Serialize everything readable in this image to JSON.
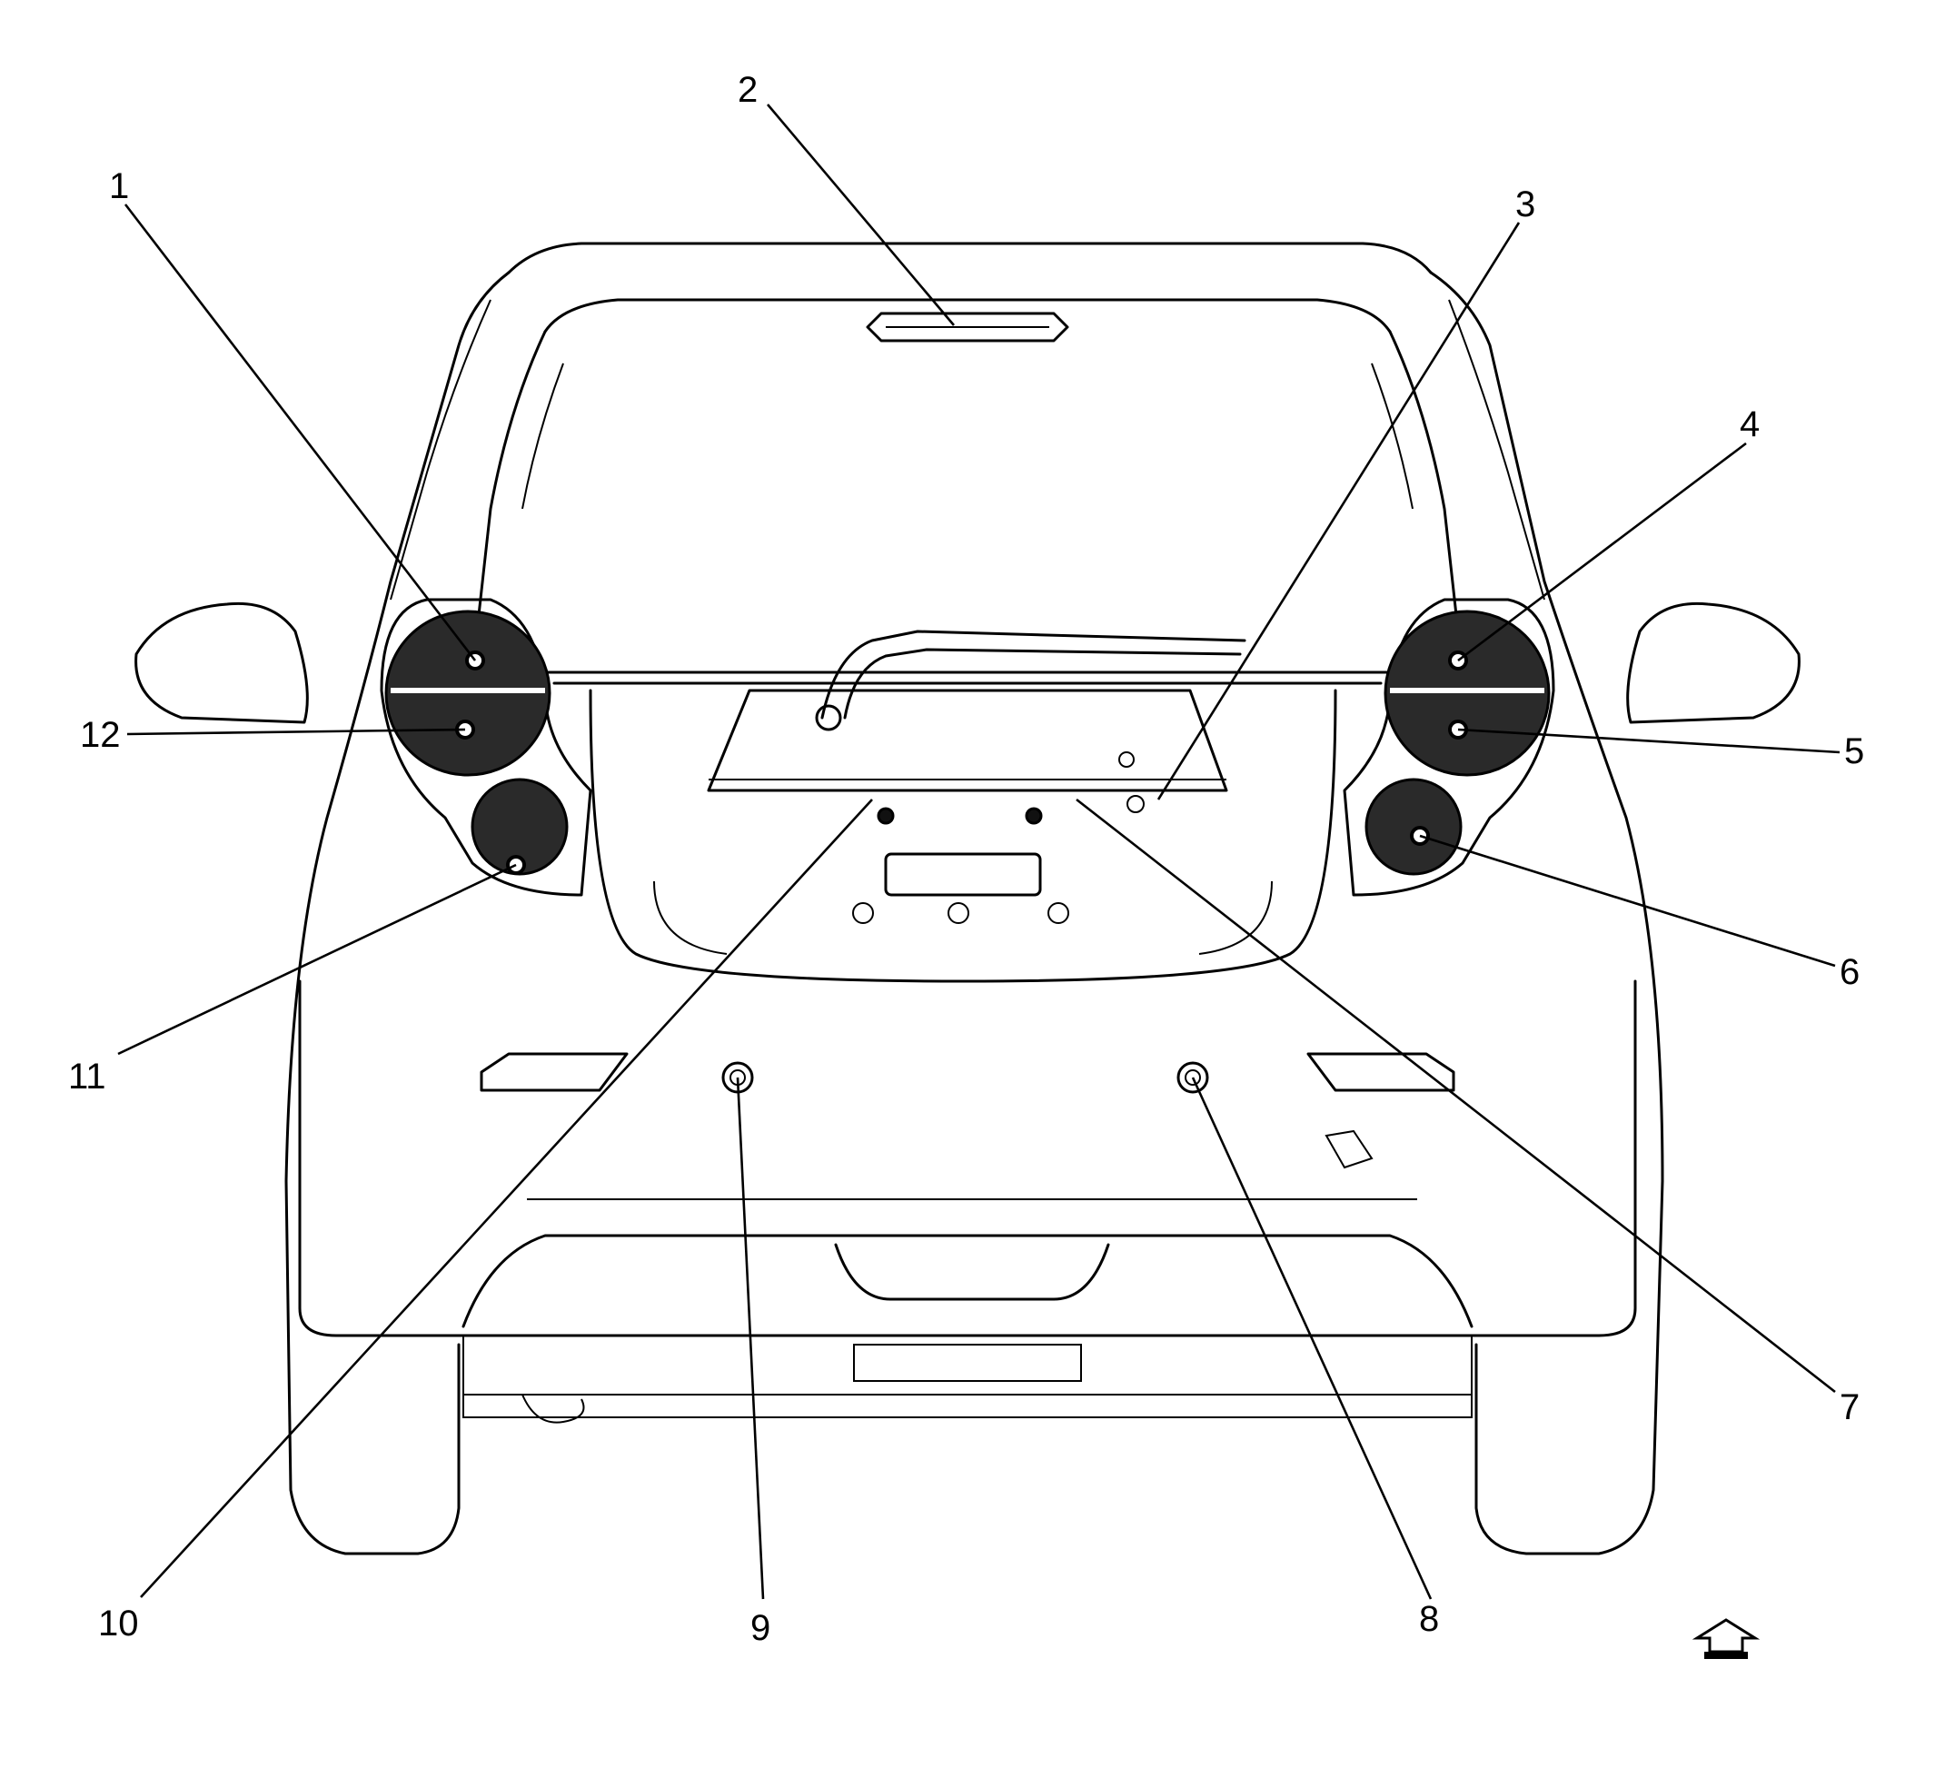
{
  "callouts": [
    {
      "id": "1",
      "label": "1"
    },
    {
      "id": "2",
      "label": "2"
    },
    {
      "id": "3",
      "label": "3"
    },
    {
      "id": "4",
      "label": "4"
    },
    {
      "id": "5",
      "label": "5"
    },
    {
      "id": "6",
      "label": "6"
    },
    {
      "id": "7",
      "label": "7"
    },
    {
      "id": "8",
      "label": "8"
    },
    {
      "id": "9",
      "label": "9"
    },
    {
      "id": "10",
      "label": "10"
    },
    {
      "id": "11",
      "label": "11"
    },
    {
      "id": "12",
      "label": "12"
    }
  ],
  "orientation_icon": "forward-arrow-icon"
}
